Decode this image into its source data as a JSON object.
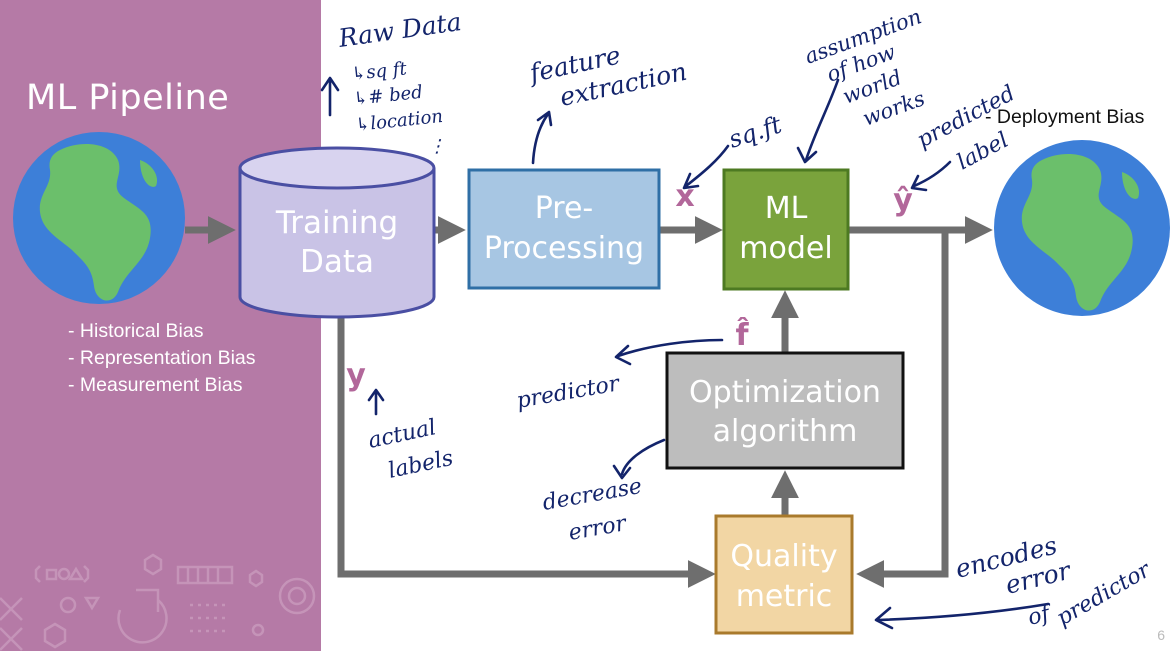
{
  "sidebar": {
    "title": "ML Pipeline",
    "biases": [
      "- Historical Bias",
      "- Representation Bias",
      "- Measurement Bias"
    ],
    "color": "#b57aa6"
  },
  "deployment_bias": "- Deployment Bias",
  "nodes": {
    "training_data": {
      "line1": "Training",
      "line2": "Data",
      "color": "#c9c3e6"
    },
    "preprocessing": {
      "line1": "Pre-",
      "line2": "Processing",
      "color": "#a7c6e3"
    },
    "ml_model": {
      "line1": "ML",
      "line2": "model",
      "color": "#7aa33c"
    },
    "optimization": {
      "line1": "Optimization",
      "line2": "algorithm",
      "color": "#bdbdbd"
    },
    "quality_metric": {
      "line1": "Quality",
      "line2": "metric",
      "color": "#f2d6a4"
    }
  },
  "symbols": {
    "x": "x",
    "y": "y",
    "y_hat": "ŷ",
    "f_hat": "f̂"
  },
  "annotations": {
    "raw_data": "Raw Data",
    "sqft_item": "↳sq ft",
    "bed_item": "↳# bed",
    "location_item": "↳location",
    "ellipsis": "⋮",
    "feature_extraction_1": "feature",
    "feature_extraction_2": "extraction",
    "sqft": "sq.ft",
    "assumption_1": "assumption",
    "assumption_2": "of how",
    "assumption_3": "world",
    "assumption_4": "works",
    "predicted_1": "predicted",
    "predicted_2": "label",
    "predictor": "predictor",
    "actual_1": "actual",
    "actual_2": "labels",
    "decrease_1": "decrease",
    "decrease_2": "error",
    "encodes_1": "encodes",
    "encodes_2": "error",
    "encodes_3": "of",
    "encodes_4": "predictor"
  },
  "slide_number": "6",
  "icons": [
    "earth-icon-input",
    "earth-icon-output"
  ]
}
